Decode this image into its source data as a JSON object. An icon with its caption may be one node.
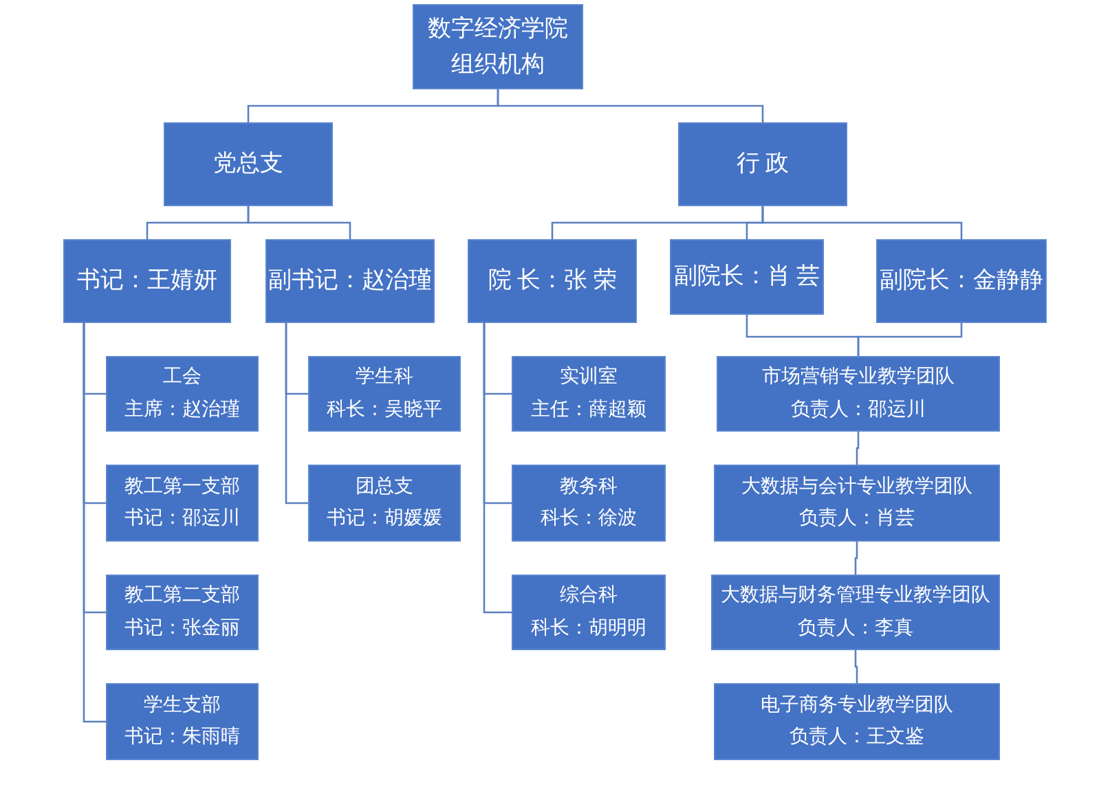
{
  "diagram": {
    "nodes": [
      {
        "text": [
          "数字经济学院组织机构"
        ]
      },
      {
        "text": [
          "党总支"
        ]
      },
      {
        "text": [
          "行 政"
        ]
      },
      {
        "text": [
          "书记：王婧妍"
        ]
      },
      {
        "text": [
          "副书记：赵治瑾"
        ]
      },
      {
        "text": [
          "院 长：张 荣"
        ]
      },
      {
        "text": [
          "副院长：肖 芸"
        ]
      },
      {
        "text": [
          "副院长：金静静"
        ]
      },
      {
        "text": [
          "工会",
          "主席：赵治瑾"
        ]
      },
      {
        "text": [
          "教工第一支部",
          "书记：邵运川"
        ]
      },
      {
        "text": [
          "教工第二支部",
          "书记：张金丽"
        ]
      },
      {
        "text": [
          "学生支部",
          "书记：朱雨晴"
        ]
      },
      {
        "text": [
          "学生科",
          "科长：吴晓平"
        ]
      },
      {
        "text": [
          "团总支",
          "书记：胡媛媛"
        ]
      },
      {
        "text": [
          "实训室",
          "主任：薛超颖"
        ]
      },
      {
        "text": [
          "教务科",
          "科长：徐波"
        ]
      },
      {
        "text": [
          "综合科",
          "科长：胡明明"
        ]
      },
      {
        "text": [
          "市场营销专业教学团队",
          "负责人：邵运川"
        ]
      },
      {
        "text": [
          "大数据与会计专业教学团队",
          "负责人：肖芸"
        ]
      },
      {
        "text": [
          "大数据与财务管理专业教学团队",
          "负责人：李真"
        ]
      },
      {
        "text": [
          "电子商务专业教学团队",
          "负责人：王文鉴"
        ]
      }
    ],
    "edges": [
      {
        "from": 0,
        "to": 1,
        "arrow": "none"
      },
      {
        "from": 0,
        "to": 2,
        "arrow": "none"
      },
      {
        "from": 1,
        "to": 3,
        "arrow": "none"
      },
      {
        "from": 1,
        "to": 4,
        "arrow": "none"
      },
      {
        "from": 2,
        "to": 5,
        "arrow": "none"
      },
      {
        "from": 2,
        "to": 6,
        "arrow": "none"
      },
      {
        "from": 2,
        "to": 7,
        "arrow": "none"
      },
      {
        "from": 3,
        "to": 8,
        "arrow": "none"
      },
      {
        "from": 3,
        "to": 9,
        "arrow": "none"
      },
      {
        "from": 3,
        "to": 10,
        "arrow": "none"
      },
      {
        "from": 3,
        "to": 11,
        "arrow": "none"
      },
      {
        "from": 4,
        "to": 12,
        "arrow": "none"
      },
      {
        "from": 4,
        "to": 13,
        "arrow": "none"
      },
      {
        "from": 5,
        "to": 14,
        "arrow": "none"
      },
      {
        "from": 5,
        "to": 15,
        "arrow": "none"
      },
      {
        "from": 5,
        "to": 16,
        "arrow": "none"
      },
      {
        "from": 6,
        "to": 17,
        "arrow": "none"
      },
      {
        "from": 7,
        "to": 17,
        "arrow": "none"
      },
      {
        "from": 17,
        "to": 18,
        "arrow": "none"
      },
      {
        "from": 18,
        "to": 19,
        "arrow": "none"
      },
      {
        "from": 19,
        "to": 20,
        "arrow": "none"
      }
    ]
  }
}
